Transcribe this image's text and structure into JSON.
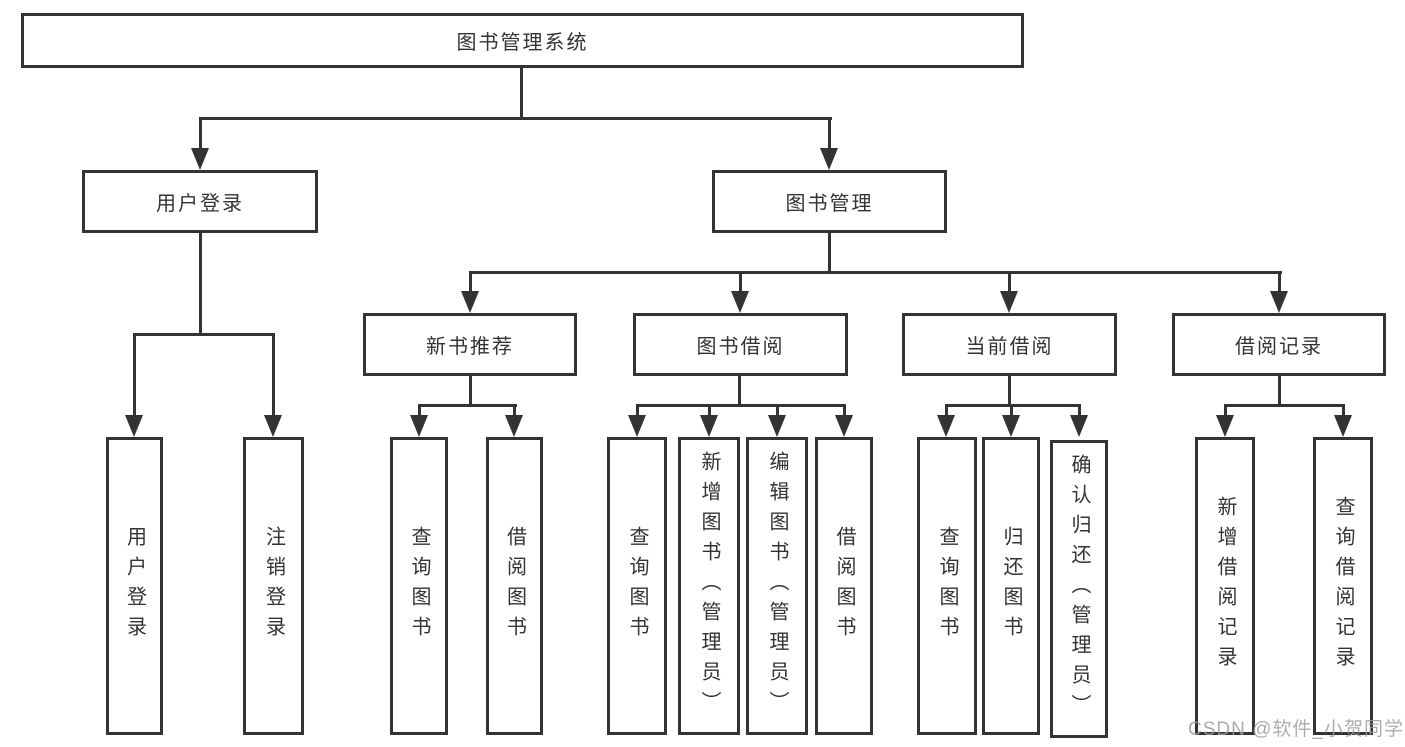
{
  "diagram": {
    "root": {
      "label": "图书管理系统"
    },
    "level2": [
      {
        "label": "用户登录"
      },
      {
        "label": "图书管理"
      }
    ],
    "level3": [
      {
        "label": "新书推荐"
      },
      {
        "label": "图书借阅"
      },
      {
        "label": "当前借阅"
      },
      {
        "label": "借阅记录"
      }
    ],
    "leaves": [
      {
        "label": "用户登录"
      },
      {
        "label": "注销登录"
      },
      {
        "label": "查询图书"
      },
      {
        "label": "借阅图书"
      },
      {
        "label": "查询图书"
      },
      {
        "label": "新增图书（管理员）"
      },
      {
        "label": "编辑图书（管理员）"
      },
      {
        "label": "借阅图书"
      },
      {
        "label": "查询图书"
      },
      {
        "label": "归还图书"
      },
      {
        "label": "确认归还（管理员）"
      },
      {
        "label": "新增借阅记录"
      },
      {
        "label": "查询借阅记录"
      }
    ]
  },
  "watermark": {
    "label": "CSDN @软件_小贺同学"
  },
  "colors": {
    "line": "#333333",
    "text": "#333333",
    "background": "#ffffff",
    "watermark": "#9e9e9e"
  }
}
